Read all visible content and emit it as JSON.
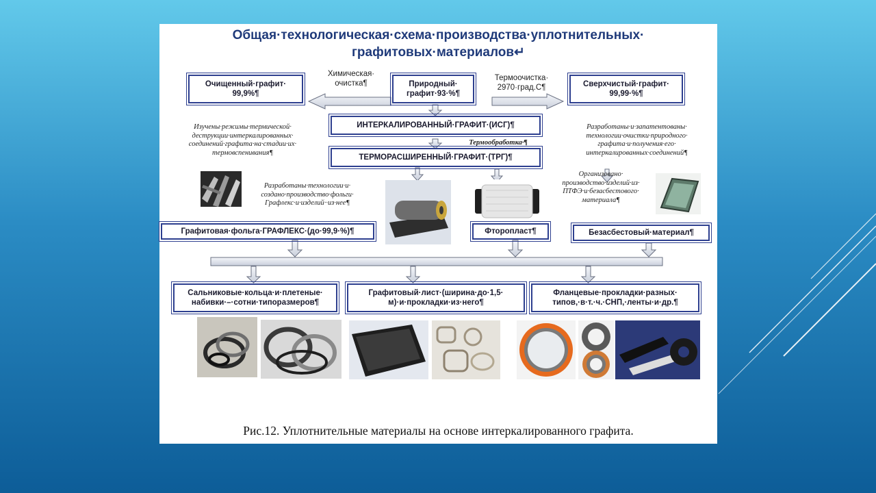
{
  "title": {
    "line1": "Общая·технологическая·схема·производства·уплотнительных·",
    "line2": "графитовых·материалов↵"
  },
  "top_row": {
    "purified": {
      "line1": "Очищенный·графит·",
      "line2": "99,9%¶"
    },
    "natural": {
      "line1": "Природный·",
      "line2": "графит·93·%¶"
    },
    "ultrapure": {
      "line1": "Сверхчистый·графит·",
      "line2": "99,99·%¶"
    },
    "chem_label": {
      "line1": "Химическая·",
      "line2": "очистка¶"
    },
    "thermo_label": {
      "line1": "Термоочистка·",
      "line2": "2970·град.С¶"
    }
  },
  "intercalated": "ИНТЕРКАЛИРОВАННЫЙ·ГРАФИТ·(ИСГ)¶",
  "heat_treatment": "Термообработка·¶",
  "expanded": "ТЕРМОРАСШИРЕННЫЙ·ГРАФИТ·(ТРГ)¶",
  "notes": {
    "left": [
      "Изучены·режимы·термической·",
      "деструкции·интеркалированных·",
      "соединений·графита·на·стадии·их·",
      "термовспенивания¶"
    ],
    "right": [
      "Разработаны·и·запатентованы·",
      "технологии·очистки·природного·",
      "графита·и·получения·его·",
      "интеркалированных·соединений¶"
    ],
    "foil": [
      "Разработаны·технологии·и·",
      "создано·производство·фольги·",
      "Графлекс·и·изделий··из·нее¶"
    ],
    "ptfe": [
      "Организовано·",
      "производство·изделий·из·",
      "ПТФЭ·и·безасбестового·",
      "материала¶"
    ]
  },
  "materials": {
    "foil": "Графитовая·фольга·ГРАФЛЕКС·(до·99,9·%)¶",
    "ptfe": "Фторопласт¶",
    "nonasbestos": "Безасбестовый·материал¶"
  },
  "products": {
    "rings": {
      "line1": "Сальниковые·кольца·и·плетеные·",
      "line2": "набивки·–·сотни·типоразмеров¶"
    },
    "sheet": {
      "line1": "Графитовый·лист·(ширина·до·1,5·",
      "line2": "м)·и·прокладки·из·него¶"
    },
    "gaskets": {
      "line1": "Фланцевые·прокладки·разных·",
      "line2": "типов,·в·т.·ч.·СНП,·ленты·и·др.¶"
    }
  },
  "caption": "Рис.12. Уплотнительные материалы на основе интеркалированного графита."
}
